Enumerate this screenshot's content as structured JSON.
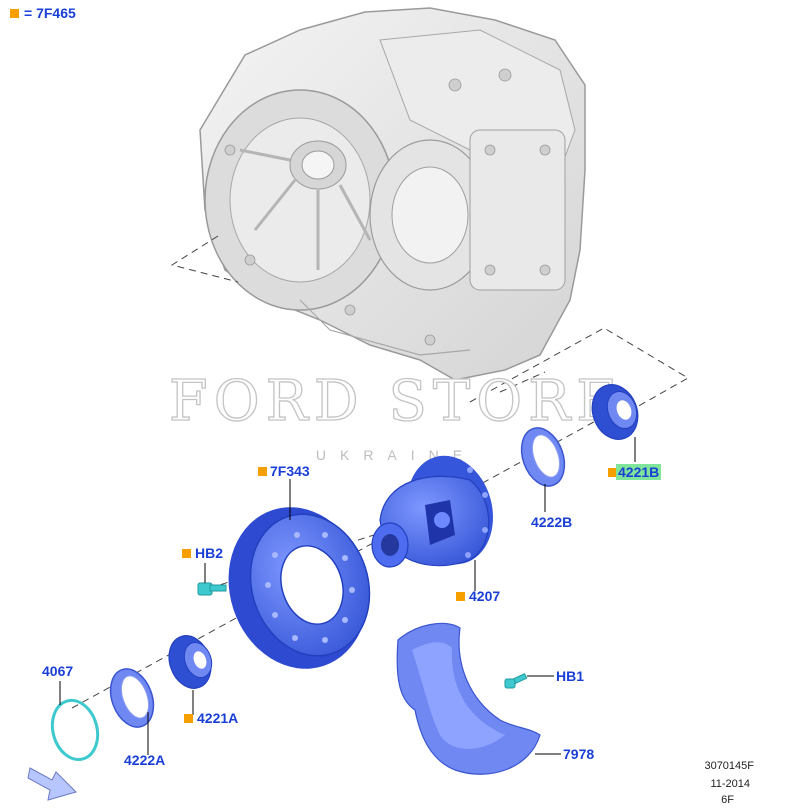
{
  "legend": {
    "symbol_color": "#f5a000",
    "text": "= 7F465"
  },
  "watermark": {
    "brand": "FORD STORE",
    "sub": "UKRAINE"
  },
  "parts": {
    "p7F343": "7F343",
    "pHB2": "HB2",
    "p4067": "4067",
    "p4222A": "4222A",
    "p4221A": "4221A",
    "p4207": "4207",
    "p4222B": "4222B",
    "p4221B": "4221B",
    "pHB1": "HB1",
    "p7978": "7978"
  },
  "footer": {
    "code": "3070145F",
    "date": "11-2014",
    "rev": "6F"
  },
  "colors": {
    "callout_text": "#1a3fd6",
    "part_blue": "#3f62e8",
    "seal_blue": "#6f88f2",
    "bolt_cyan": "#3ec9cf",
    "housing_gray": "#e6e6e6"
  },
  "icons": {
    "direction_arrow": "front-arrow-icon"
  }
}
